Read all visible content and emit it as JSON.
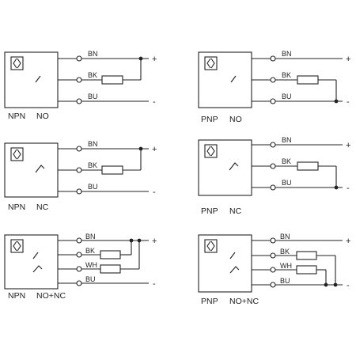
{
  "wire_labels": {
    "brown": "BN",
    "black": "BK",
    "white": "WH",
    "blue": "BU"
  },
  "signs": {
    "plus": "+",
    "minus": "-"
  },
  "diagrams": [
    {
      "id": "npn-no",
      "type": "NPN",
      "mode": "NO"
    },
    {
      "id": "pnp-no",
      "type": "PNP",
      "mode": "NO"
    },
    {
      "id": "npn-nc",
      "type": "NPN",
      "mode": "NC"
    },
    {
      "id": "pnp-nc",
      "type": "PNP",
      "mode": "NC"
    },
    {
      "id": "npn-nonc",
      "type": "NPN",
      "mode": "NO+NC"
    },
    {
      "id": "pnp-nonc",
      "type": "PNP",
      "mode": "NO+NC"
    }
  ]
}
